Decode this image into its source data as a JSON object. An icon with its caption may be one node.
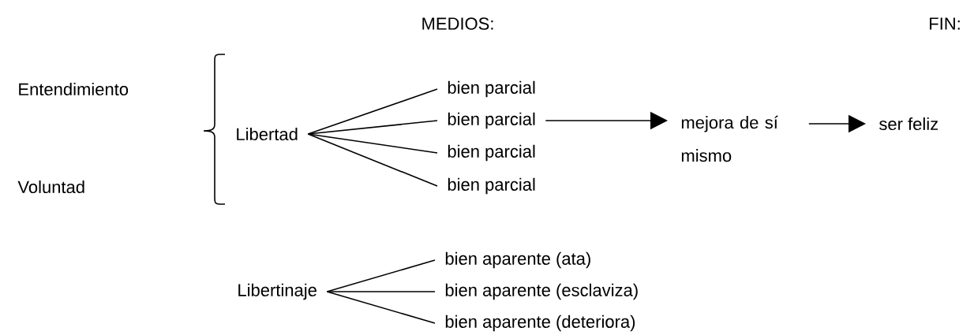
{
  "diagram": {
    "nodes": [
      {
        "text": [
          "Entendimiento"
        ]
      },
      {
        "text": [
          "Voluntad"
        ]
      },
      {
        "text": [
          "Libertad"
        ]
      },
      {
        "text": [
          "bien parcial"
        ]
      },
      {
        "text": [
          "bien parcial"
        ]
      },
      {
        "text": [
          "bien parcial"
        ]
      },
      {
        "text": [
          "bien parcial"
        ]
      },
      {
        "text": [
          "mejora de sí mismo"
        ]
      },
      {
        "text": [
          "ser feliz"
        ]
      },
      {
        "text": [
          "Libertinaje"
        ]
      },
      {
        "text": [
          "bien aparente (ata)"
        ]
      },
      {
        "text": [
          "bien aparente (esclaviza)"
        ]
      },
      {
        "text": [
          "bien aparente (deteriora)"
        ]
      }
    ],
    "edges": [
      {
        "from": 2,
        "to": 3,
        "arrow": "none"
      },
      {
        "from": 2,
        "to": 4,
        "arrow": "none"
      },
      {
        "from": 2,
        "to": 5,
        "arrow": "none"
      },
      {
        "from": 2,
        "to": 6,
        "arrow": "none"
      },
      {
        "from": 4,
        "to": 7,
        "arrow": "to"
      },
      {
        "from": 7,
        "to": 8,
        "arrow": "to"
      },
      {
        "from": 9,
        "to": 10,
        "arrow": "none"
      },
      {
        "from": 9,
        "to": 11,
        "arrow": "none"
      },
      {
        "from": 9,
        "to": 12,
        "arrow": "none"
      }
    ],
    "labels": [
      "MEDIOS:",
      "FIN:"
    ]
  }
}
